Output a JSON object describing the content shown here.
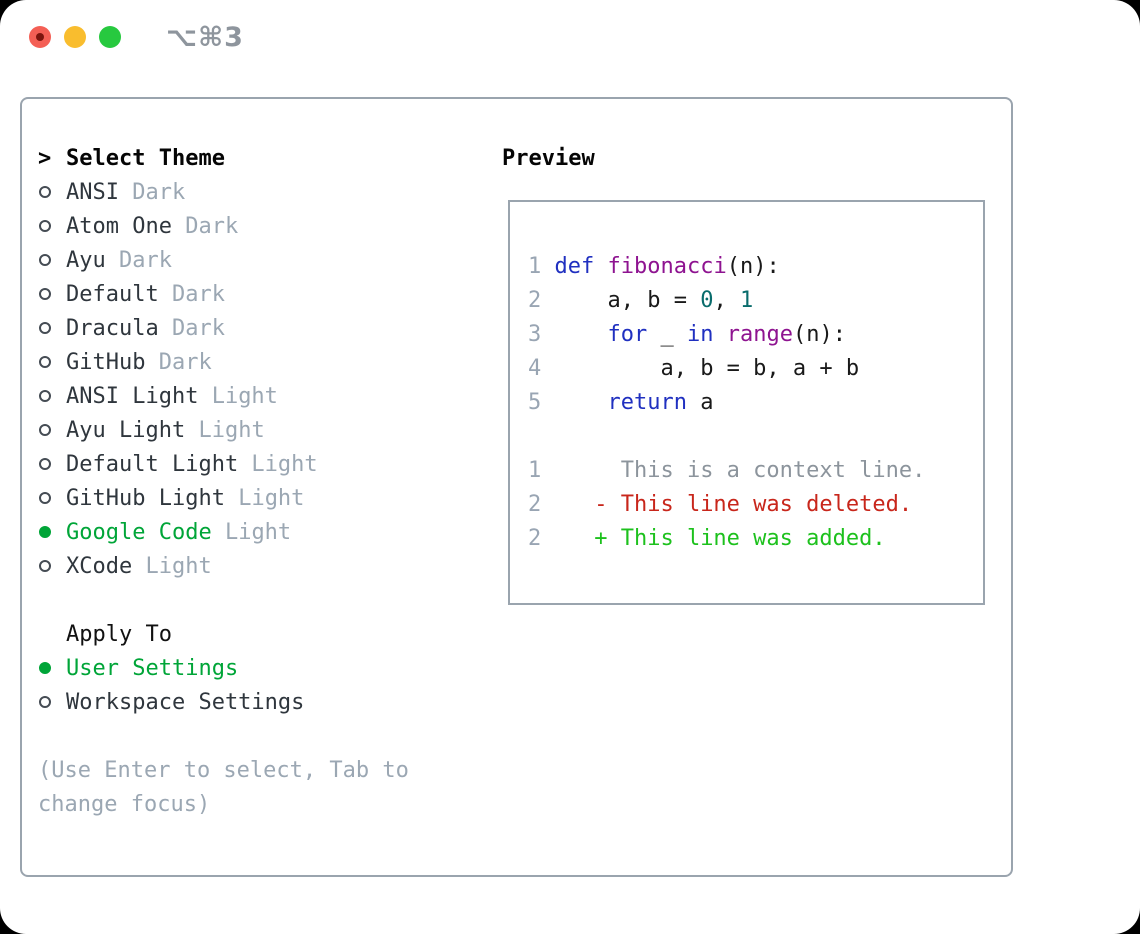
{
  "titlebar": {
    "title": "⌥⌘3",
    "traffic_lights": [
      "close",
      "minimize",
      "zoom"
    ]
  },
  "sidebar": {
    "header_prefix": ">",
    "header": "Select Theme",
    "themes": [
      {
        "name": "ANSI",
        "variant": "Dark",
        "selected": false
      },
      {
        "name": "Atom One",
        "variant": "Dark",
        "selected": false
      },
      {
        "name": "Ayu",
        "variant": "Dark",
        "selected": false
      },
      {
        "name": "Default",
        "variant": "Dark",
        "selected": false
      },
      {
        "name": "Dracula",
        "variant": "Dark",
        "selected": false
      },
      {
        "name": "GitHub",
        "variant": "Dark",
        "selected": false
      },
      {
        "name": "ANSI Light",
        "variant": "Light",
        "selected": false
      },
      {
        "name": "Ayu Light",
        "variant": "Light",
        "selected": false
      },
      {
        "name": "Default Light",
        "variant": "Light",
        "selected": false
      },
      {
        "name": "GitHub Light",
        "variant": "Light",
        "selected": false
      },
      {
        "name": "Google Code",
        "variant": "Light",
        "selected": true
      },
      {
        "name": "XCode",
        "variant": "Light",
        "selected": false
      }
    ],
    "apply_to": {
      "label": "Apply To",
      "options": [
        {
          "label": "User Settings",
          "selected": true
        },
        {
          "label": "Workspace Settings",
          "selected": false
        }
      ]
    },
    "hint_lines": [
      "(Use Enter to select, Tab to",
      "change focus)"
    ]
  },
  "preview": {
    "label": "Preview",
    "code_lines": [
      {
        "num": "1",
        "tokens": [
          {
            "c": "pl",
            "t": " "
          },
          {
            "c": "kw",
            "t": "def"
          },
          {
            "c": "pl",
            "t": " "
          },
          {
            "c": "fn",
            "t": "fibonacci"
          },
          {
            "c": "pl",
            "t": "(n):"
          }
        ]
      },
      {
        "num": "2",
        "tokens": [
          {
            "c": "pl",
            "t": "     a, b = "
          },
          {
            "c": "nm",
            "t": "0"
          },
          {
            "c": "pl",
            "t": ", "
          },
          {
            "c": "nm",
            "t": "1"
          }
        ]
      },
      {
        "num": "3",
        "tokens": [
          {
            "c": "pl",
            "t": "     "
          },
          {
            "c": "kw",
            "t": "for"
          },
          {
            "c": "pl",
            "t": " _ "
          },
          {
            "c": "kw",
            "t": "in"
          },
          {
            "c": "pl",
            "t": " "
          },
          {
            "c": "fn",
            "t": "range"
          },
          {
            "c": "pl",
            "t": "(n):"
          }
        ]
      },
      {
        "num": "4",
        "tokens": [
          {
            "c": "pl",
            "t": "         a, b = b, a + b"
          }
        ]
      },
      {
        "num": "5",
        "tokens": [
          {
            "c": "pl",
            "t": "     "
          },
          {
            "c": "kw",
            "t": "return"
          },
          {
            "c": "pl",
            "t": " a"
          }
        ]
      },
      {
        "num": "",
        "tokens": []
      },
      {
        "num": "1",
        "tokens": [
          {
            "c": "ctx",
            "t": "      This is a context line."
          }
        ]
      },
      {
        "num": "2",
        "tokens": [
          {
            "c": "del",
            "t": "    - This line was deleted."
          }
        ]
      },
      {
        "num": "2",
        "tokens": [
          {
            "c": "add",
            "t": "    + This line was added."
          }
        ]
      }
    ]
  },
  "colors": {
    "tl-red": "#f45f55",
    "tl-red-dot": "#7c150e",
    "tl-yellow": "#f9bd2e",
    "tl-green": "#27c93f",
    "title-gray": "#8e959d",
    "border-gray": "#9aa4ae",
    "circle-gray": "#454c54",
    "item-dark": "#2f363d",
    "muted-gray": "#9ba7b3",
    "sel-green": "#00a538",
    "c-lnum": "#99a5b3",
    "c-kw": "#2030c0",
    "c-fn": "#8e1390",
    "c-nm": "#096c6c",
    "c-pl": "#191919",
    "c-ctx": "#8c949c",
    "c-del": "#c8261b",
    "c-add": "#1dc11d"
  }
}
